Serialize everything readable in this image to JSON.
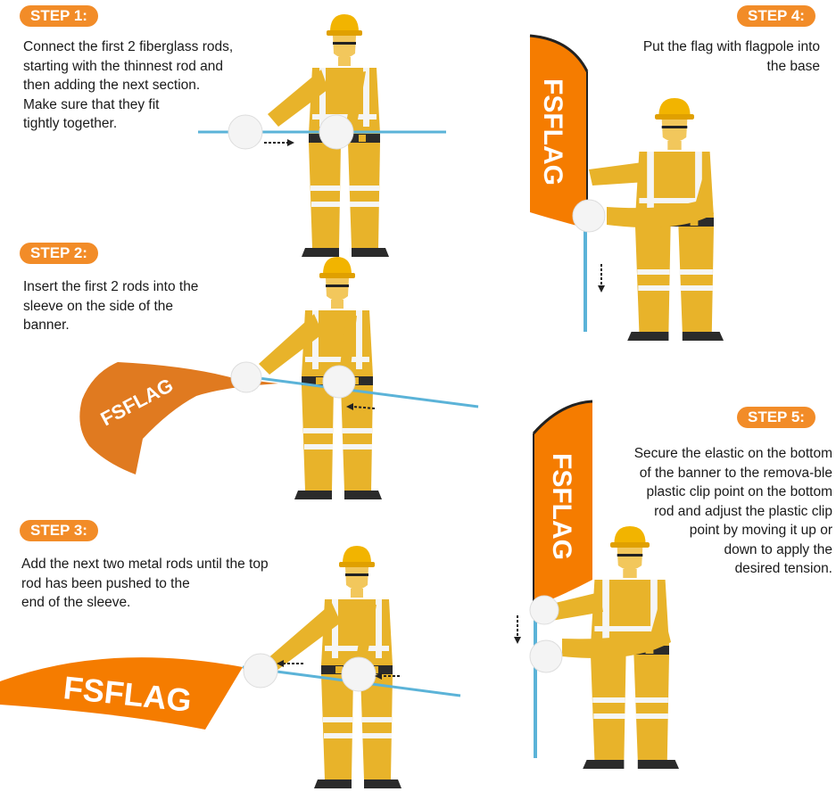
{
  "colors": {
    "badge": "#F28C28",
    "flag": "#F57C00",
    "suit": "#E8B32A",
    "helmet": "#F2B400",
    "pole": "#5BB3D8",
    "skin": "#F2C75C"
  },
  "brand": "FSFLAG",
  "steps": [
    {
      "label": "STEP 1:",
      "lines": [
        "Connect the first 2 fiberglass rods,",
        "starting with the thinnest rod and",
        "then adding the next section.",
        "Make sure that they fit",
        "tightly together."
      ]
    },
    {
      "label": "STEP 2:",
      "lines": [
        "Insert the first 2 rods into the",
        "sleeve on the side of the",
        "banner."
      ]
    },
    {
      "label": "STEP 3:",
      "lines": [
        "Add the next two metal rods until the top",
        "rod has been pushed to the",
        "end of the sleeve."
      ]
    },
    {
      "label": "STEP 4:",
      "lines": [
        "Put the flag with flagpole into",
        "the base"
      ]
    },
    {
      "label": "STEP 5:",
      "lines": [
        "Secure the elastic on the bottom",
        "of the banner to the remova-ble",
        "plastic clip point on the bottom",
        "rod and adjust the plastic clip",
        "point by moving it up or",
        "down to apply the",
        "desired tension."
      ]
    }
  ]
}
